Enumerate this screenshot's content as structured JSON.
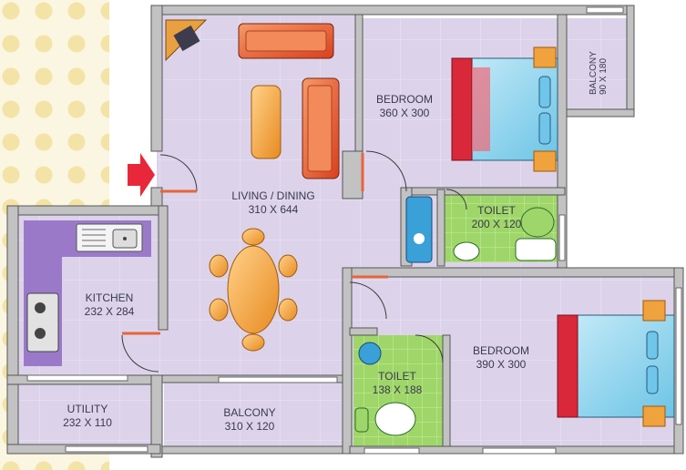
{
  "rooms": {
    "living": {
      "name": "LIVING / DINING",
      "size": "310 X 644"
    },
    "bedroom1": {
      "name": "BEDROOM",
      "size": "360 X 300"
    },
    "balcony_top": {
      "name": "BALCONY",
      "size": "90 X 180"
    },
    "toilet1": {
      "name": "TOILET",
      "size": "200 X 120"
    },
    "kitchen": {
      "name": "KITCHEN",
      "size": "232 X 284"
    },
    "utility": {
      "name": "UTILITY",
      "size": "232 X 110"
    },
    "balcony_bottom": {
      "name": "BALCONY",
      "size": "310 X 120"
    },
    "toilet2": {
      "name": "TOILET",
      "size": "138 X 188"
    },
    "bedroom2": {
      "name": "BEDROOM",
      "size": "390 X 300"
    }
  },
  "colors": {
    "floor": "#dcd3ea",
    "wall": "#bdbdbd",
    "kitchen_counter": "#9a7ac8",
    "toilet_floor": "#9fd66a",
    "sofa": "#e8643a",
    "table": "#f0a23c",
    "bed_cover": "#8fd3ea",
    "entry_arrow": "#e8283a"
  },
  "icons": [
    "entry-arrow-icon",
    "sofa-icon",
    "bed-icon",
    "dining-table-icon",
    "toilet-icon",
    "sink-icon",
    "stove-icon"
  ]
}
